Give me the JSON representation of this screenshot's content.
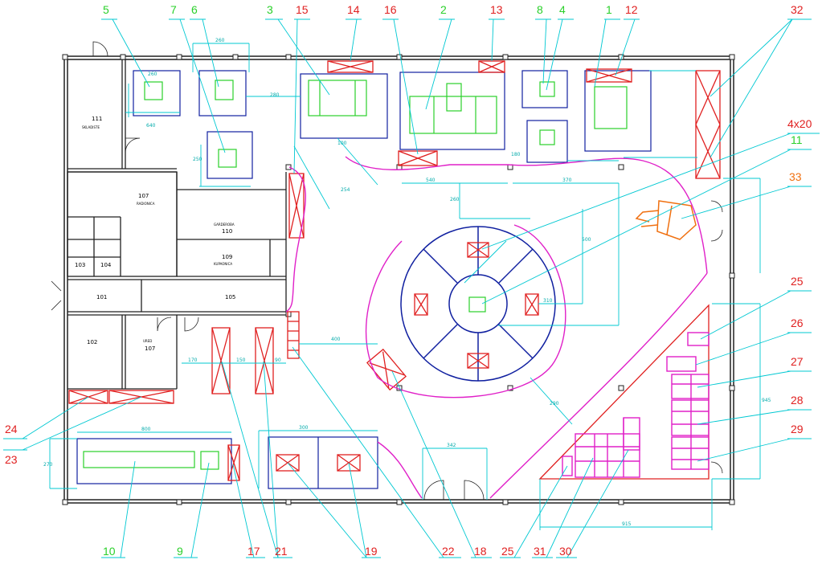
{
  "colors": {
    "wall": "#202020",
    "cyan": "#00c8d2",
    "blue": "#1020a0",
    "red": "#e02020",
    "green": "#2ad02a",
    "magenta": "#e020c8",
    "orange": "#f07010"
  },
  "callouts_top": [
    {
      "label": "5",
      "color": "green"
    },
    {
      "label": "7",
      "color": "green"
    },
    {
      "label": "6",
      "color": "green"
    },
    {
      "label": "3",
      "color": "green"
    },
    {
      "label": "15",
      "color": "red"
    },
    {
      "label": "14",
      "color": "red"
    },
    {
      "label": "16",
      "color": "red"
    },
    {
      "label": "2",
      "color": "green"
    },
    {
      "label": "13",
      "color": "red"
    },
    {
      "label": "8",
      "color": "green"
    },
    {
      "label": "4",
      "color": "green"
    },
    {
      "label": "1",
      "color": "green"
    },
    {
      "label": "12",
      "color": "red"
    },
    {
      "label": "32",
      "color": "red"
    },
    {
      "label": "4x20",
      "color": "red"
    },
    {
      "label": "11",
      "color": "green"
    },
    {
      "label": "33",
      "color": "orange"
    }
  ],
  "callouts_right": [
    {
      "label": "25",
      "color": "red"
    },
    {
      "label": "26",
      "color": "red"
    },
    {
      "label": "27",
      "color": "red"
    },
    {
      "label": "28",
      "color": "red"
    },
    {
      "label": "29",
      "color": "red"
    }
  ],
  "callouts_left": [
    {
      "label": "24",
      "color": "red"
    },
    {
      "label": "23",
      "color": "red"
    }
  ],
  "callouts_bottom": [
    {
      "label": "10",
      "color": "green"
    },
    {
      "label": "9",
      "color": "green"
    },
    {
      "label": "17",
      "color": "red"
    },
    {
      "label": "21",
      "color": "red"
    },
    {
      "label": "19",
      "color": "red"
    },
    {
      "label": "22",
      "color": "red"
    },
    {
      "label": "18",
      "color": "red"
    },
    {
      "label": "25",
      "color": "red"
    },
    {
      "label": "31",
      "color": "red"
    },
    {
      "label": "30",
      "color": "red"
    }
  ],
  "rooms": [
    {
      "number": "111",
      "name": "SKLADISTE"
    },
    {
      "number": "107",
      "name": "RADIONICA"
    },
    {
      "number": "110",
      "name": "GARDEROBA"
    },
    {
      "number": "109",
      "name": "KUPAONICA"
    },
    {
      "number": "103",
      "name": ""
    },
    {
      "number": "104",
      "name": ""
    },
    {
      "number": "101",
      "name": ""
    },
    {
      "number": "105",
      "name": ""
    },
    {
      "number": "102",
      "name": ""
    },
    {
      "number": "107",
      "name": "URED"
    }
  ],
  "dimensions": [
    "640",
    "260",
    "260",
    "250",
    "100",
    "370",
    "310",
    "500",
    "290",
    "254",
    "260",
    "400",
    "280",
    "170",
    "150",
    "90",
    "180",
    "800",
    "270",
    "300",
    "342",
    "915",
    "945",
    "540"
  ]
}
